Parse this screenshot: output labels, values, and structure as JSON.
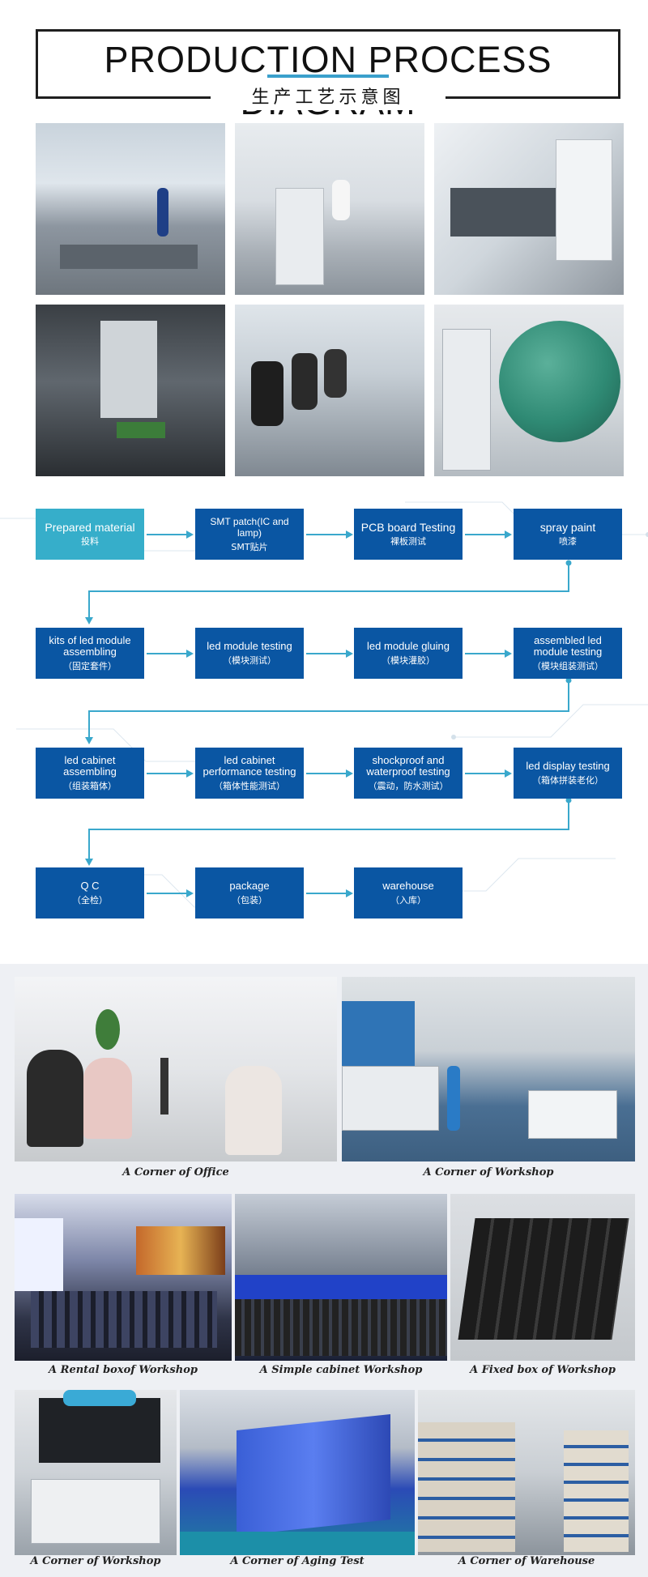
{
  "header": {
    "title": "PRODUCTION PROCESS DIAGRAM",
    "subtitle": "生产工艺示意图"
  },
  "colors": {
    "box_primary": "#0a56a3",
    "box_first": "#36aeca",
    "arrow": "#3aa8cc"
  },
  "flow": {
    "row1": [
      {
        "en": "Prepared material",
        "cn": "投料"
      },
      {
        "en": "SMT patch(IC and lamp)",
        "cn": "SMT贴片"
      },
      {
        "en": "PCB board Testing",
        "cn": "裸板测试"
      },
      {
        "en": "spray paint",
        "cn": "喷漆"
      }
    ],
    "row2": [
      {
        "en": "kits of led module assembling",
        "cn": "（固定套件）"
      },
      {
        "en": "led module testing",
        "cn": "（模块测试）"
      },
      {
        "en": "led module gluing",
        "cn": "（模块灌胶）"
      },
      {
        "en": "assembled led module testing",
        "cn": "（模块组装测试）"
      }
    ],
    "row3": [
      {
        "en": "led cabinet assembling",
        "cn": "（组装箱体）"
      },
      {
        "en": "led cabinet performance testing",
        "cn": "（箱体性能测试）"
      },
      {
        "en": "shockproof and waterproof testing",
        "cn": "（震动，防水测试）"
      },
      {
        "en": "led display testing",
        "cn": "（箱体拼装老化）"
      }
    ],
    "row4": [
      {
        "en": "Q C",
        "cn": "（全检）"
      },
      {
        "en": "package",
        "cn": "（包装）"
      },
      {
        "en": "warehouse",
        "cn": "（入库）"
      }
    ]
  },
  "gallery": {
    "row1": [
      "A Corner of Office",
      "A Corner of Workshop"
    ],
    "row2": [
      "A Rental boxof Workshop",
      "A Simple cabinet Workshop",
      "A Fixed box of Workshop"
    ],
    "row3": [
      "A Corner of Workshop",
      "A Corner of Aging Test",
      "A Corner of Warehouse"
    ]
  }
}
